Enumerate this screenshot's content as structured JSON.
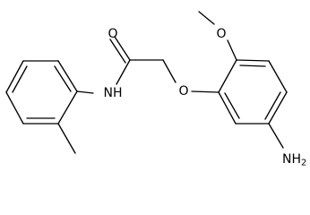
{
  "molecule": {
    "atoms": {
      "o_carbonyl": "O",
      "nh": "NH",
      "o_ether": "O",
      "amine_n": "NH",
      "amine_sub": "2"
    },
    "colors": {
      "bond": "#000000",
      "text": "#000000",
      "background": "#ffffff"
    }
  }
}
